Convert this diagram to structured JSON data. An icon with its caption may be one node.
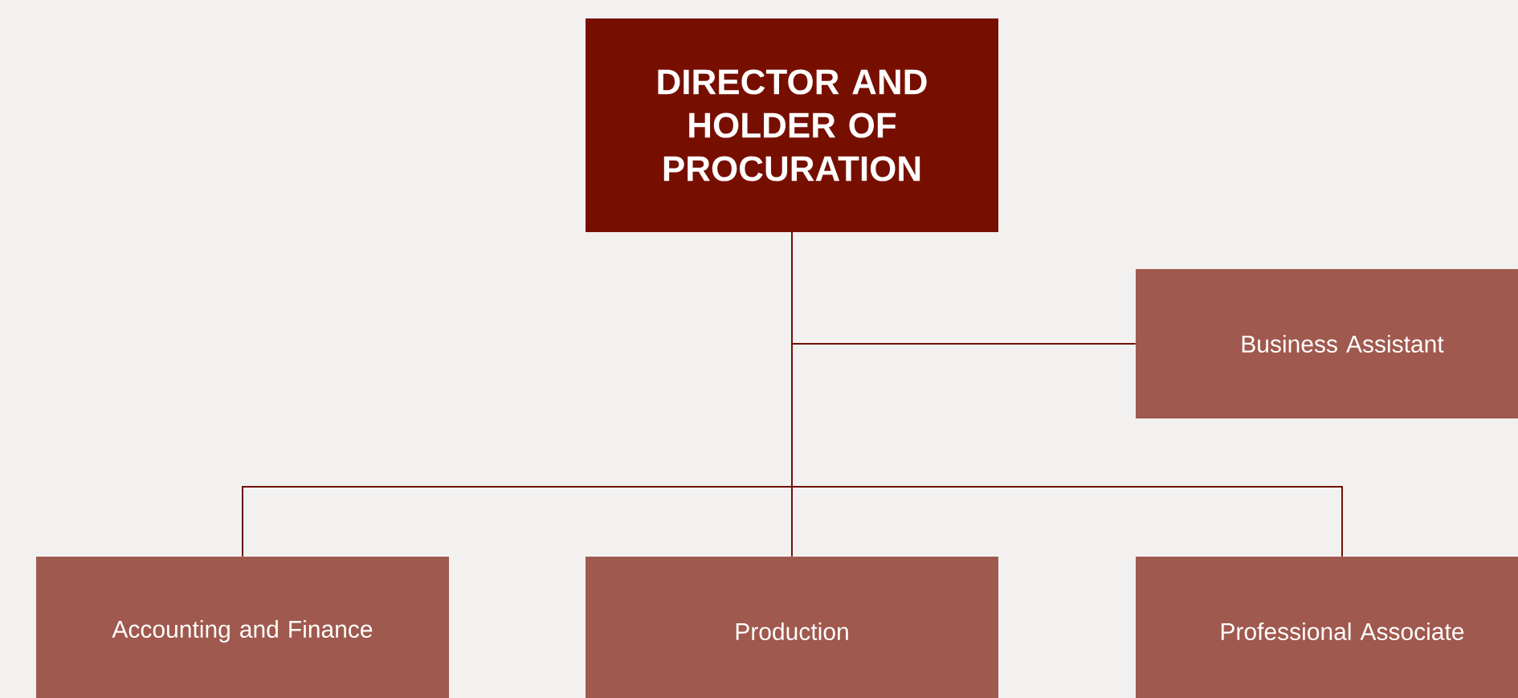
{
  "diagram": {
    "nodes": [
      {
        "text": [
          "DIRECTOR AND HOLDER OF PROCURATION"
        ]
      },
      {
        "text": [
          "Business Assistant"
        ]
      },
      {
        "text": [
          "Accounting and Finance"
        ]
      },
      {
        "text": [
          "Production"
        ]
      },
      {
        "text": [
          "Professional Associate"
        ]
      }
    ],
    "edges": [
      {
        "from": 0,
        "to": 1,
        "arrow": "none"
      },
      {
        "from": 0,
        "to": 2,
        "arrow": "none"
      },
      {
        "from": 0,
        "to": 3,
        "arrow": "none"
      },
      {
        "from": 0,
        "to": 4,
        "arrow": "none"
      }
    ]
  }
}
